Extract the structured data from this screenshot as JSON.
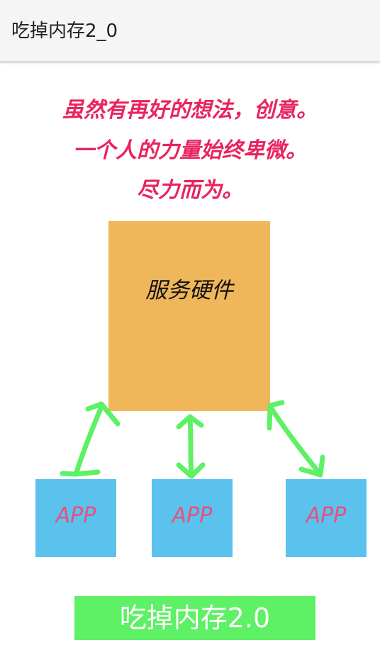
{
  "header": {
    "title": "吃掉内存2_0"
  },
  "slogan": {
    "lines": [
      "虽然有再好的想法，创意。",
      "一个人的力量始终卑微。",
      "尽力而为。"
    ],
    "color": "#e8245f"
  },
  "diagram": {
    "server": {
      "label": "服务硬件",
      "color": "#f0b65a"
    },
    "apps": [
      {
        "label": "APP"
      },
      {
        "label": "APP"
      },
      {
        "label": "APP"
      }
    ],
    "app_color": "#5bc2ee",
    "app_text_color": "#e8507f",
    "arrow_color": "#5ef065"
  },
  "button": {
    "label": "吃掉内存2.0",
    "color": "#5ef065"
  }
}
